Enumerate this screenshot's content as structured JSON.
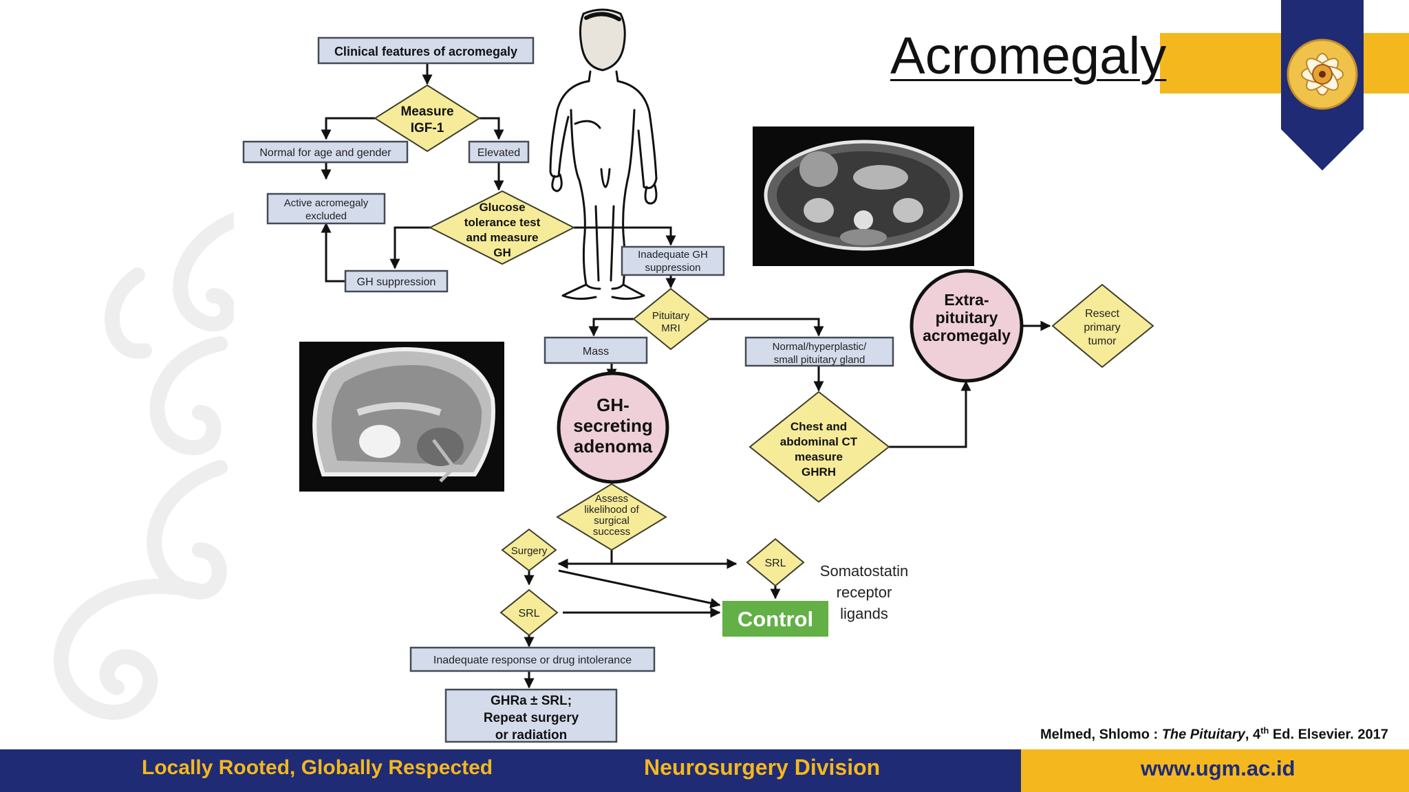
{
  "title": "Acromegaly",
  "colors": {
    "navy": "#1f2b74",
    "gold": "#f4b81e",
    "box_fill": "#d4dcec",
    "diamond_fill": "#f5eb99",
    "circle_fill": "#efd0d8",
    "control_green": "#62b046"
  },
  "flowchart": {
    "clinical_features": "Clinical features of acromegaly",
    "measure_igf": [
      "Measure",
      "IGF-1"
    ],
    "normal_age_gender": "Normal for age and gender",
    "elevated": "Elevated",
    "active_excluded": [
      "Active acromegaly",
      "excluded"
    ],
    "glucose_test": [
      "Glucose",
      "tolerance test",
      "and measure",
      "GH"
    ],
    "gh_suppression": "GH suppression",
    "inadequate_gh": [
      "Inadequate GH",
      "suppression"
    ],
    "pituitary_mri": [
      "Pituitary",
      "MRI"
    ],
    "mass": "Mass",
    "normal_hyperplastic": [
      "Normal/hyperplastic/",
      "small pituitary gland"
    ],
    "gh_adenoma": [
      "GH-",
      "secreting",
      "adenoma"
    ],
    "chest_ct": [
      "Chest and",
      "abdominal CT",
      "measure",
      "GHRH"
    ],
    "extra_pituitary": [
      "Extra-",
      "pituitary",
      "acromegaly"
    ],
    "resect_tumor": [
      "Resect",
      "primary",
      "tumor"
    ],
    "assess_likelihood": [
      "Assess",
      "likelihood of",
      "surgical",
      "success"
    ],
    "surgery": "Surgery",
    "srl_right": "SRL",
    "srl_left": "SRL",
    "control": "Control",
    "somatostatin": [
      "Somatostatin",
      "receptor",
      "ligands"
    ],
    "inadequate_response": "Inadequate response or drug intolerance",
    "ghra": [
      "GHRa ± SRL;",
      "Repeat surgery",
      "or radiation"
    ]
  },
  "citation": {
    "author": "Melmed, Shlomo : ",
    "book": "The Pituitary",
    "edition_pre": ", 4",
    "edition_sup": "th",
    "edition_post": " Ed. Elsevier. 2017"
  },
  "footer": {
    "tagline": "Locally Rooted, Globally Respected",
    "division": "Neurosurgery Division",
    "url": "www.ugm.ac.id"
  }
}
